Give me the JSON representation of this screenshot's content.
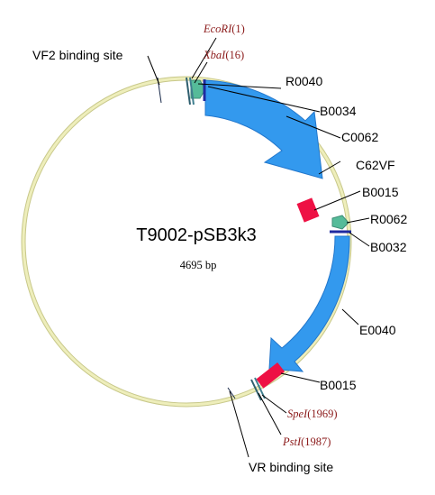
{
  "plasmid": {
    "name": "T9002-pSB3k3",
    "size_label": "4695 bp"
  },
  "features": {
    "r0040": "R0040",
    "b0034": "B0034",
    "c0062": "C0062",
    "c62vf": "C62VF",
    "b0015_top": "B0015",
    "r0062": "R0062",
    "b0032": "B0032",
    "e0040": "E0040",
    "b0015_bottom": "B0015"
  },
  "primers": {
    "vf2": "VF2 binding site",
    "vr": "VR binding site"
  },
  "restriction_sites": {
    "ecori": {
      "name": "EcoRI",
      "position": "(1)"
    },
    "xbai": {
      "name": "XbaI",
      "position": "(16)"
    },
    "spei": {
      "name": "SpeI",
      "position": "(1969)"
    },
    "psti": {
      "name": "PstI",
      "position": "(1987)"
    }
  },
  "colors": {
    "backbone": "#eeeebb",
    "backbone_edge": "#c8c88a",
    "coding_blue": "#3399ee",
    "promoter_green": "#55bb99",
    "terminator_red": "#ee1144",
    "rbs_navy": "#1f2aa0",
    "site_label": "#8b1a1a",
    "site_mark": "#2f5f6f"
  }
}
